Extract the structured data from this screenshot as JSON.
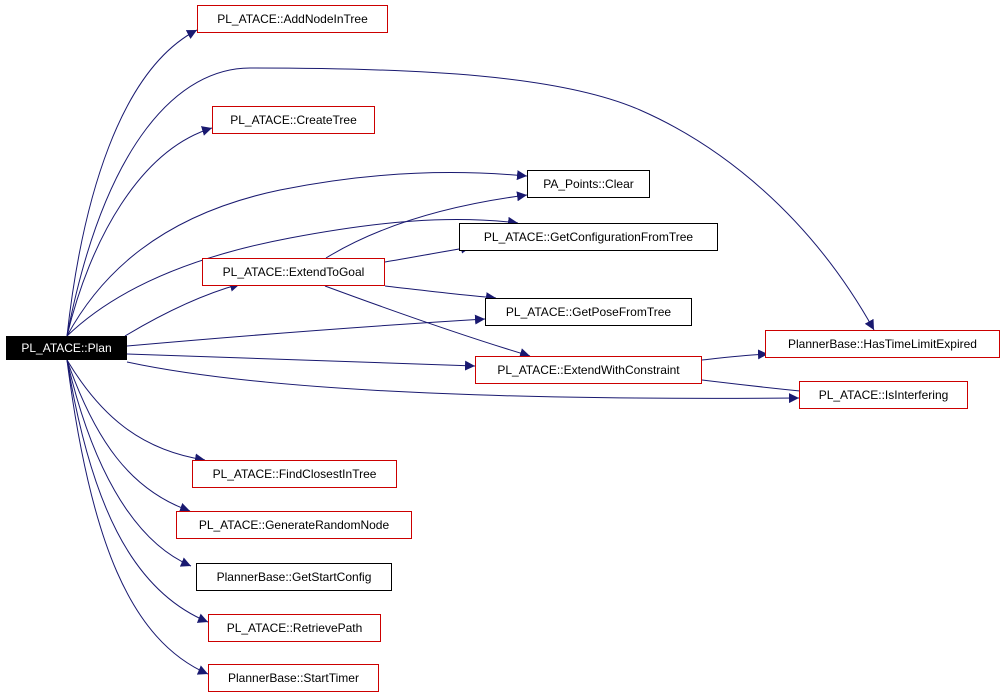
{
  "root": {
    "label": "PL_ATACE::Plan"
  },
  "nodes": {
    "add_node_in_tree": {
      "label": "PL_ATACE::AddNodeInTree",
      "border": "red"
    },
    "create_tree": {
      "label": "PL_ATACE::CreateTree",
      "border": "red"
    },
    "pa_points_clear": {
      "label": "PA_Points::Clear",
      "border": "black"
    },
    "get_configuration_from_tree": {
      "label": "PL_ATACE::GetConfigurationFromTree",
      "border": "black"
    },
    "extend_to_goal": {
      "label": "PL_ATACE::ExtendToGoal",
      "border": "red"
    },
    "get_pose_from_tree": {
      "label": "PL_ATACE::GetPoseFromTree",
      "border": "black"
    },
    "has_time_limit_expired": {
      "label": "PlannerBase::HasTimeLimitExpired",
      "border": "red"
    },
    "extend_with_constraint": {
      "label": "PL_ATACE::ExtendWithConstraint",
      "border": "red"
    },
    "is_interfering": {
      "label": "PL_ATACE::IsInterfering",
      "border": "red"
    },
    "find_closest_in_tree": {
      "label": "PL_ATACE::FindClosestInTree",
      "border": "red"
    },
    "generate_random_node": {
      "label": "PL_ATACE::GenerateRandomNode",
      "border": "red"
    },
    "get_start_config": {
      "label": "PlannerBase::GetStartConfig",
      "border": "black"
    },
    "retrieve_path": {
      "label": "PL_ATACE::RetrievePath",
      "border": "red"
    },
    "start_timer": {
      "label": "PlannerBase::StartTimer",
      "border": "red"
    }
  },
  "edges": [
    {
      "from": "root",
      "to": "add_node_in_tree"
    },
    {
      "from": "root",
      "to": "has_time_limit_expired"
    },
    {
      "from": "root",
      "to": "create_tree"
    },
    {
      "from": "root",
      "to": "pa_points_clear"
    },
    {
      "from": "root",
      "to": "get_configuration_from_tree"
    },
    {
      "from": "root",
      "to": "extend_to_goal"
    },
    {
      "from": "root",
      "to": "get_pose_from_tree"
    },
    {
      "from": "root",
      "to": "extend_with_constraint"
    },
    {
      "from": "root",
      "to": "is_interfering"
    },
    {
      "from": "root",
      "to": "find_closest_in_tree"
    },
    {
      "from": "root",
      "to": "generate_random_node"
    },
    {
      "from": "root",
      "to": "get_start_config"
    },
    {
      "from": "root",
      "to": "retrieve_path"
    },
    {
      "from": "root",
      "to": "start_timer"
    },
    {
      "from": "extend_to_goal",
      "to": "pa_points_clear"
    },
    {
      "from": "extend_to_goal",
      "to": "get_configuration_from_tree"
    },
    {
      "from": "extend_to_goal",
      "to": "get_pose_from_tree"
    },
    {
      "from": "extend_to_goal",
      "to": "extend_with_constraint"
    },
    {
      "from": "extend_with_constraint",
      "to": "has_time_limit_expired"
    },
    {
      "from": "extend_with_constraint",
      "to": "is_interfering"
    }
  ],
  "colors": {
    "edge": "#191970",
    "node_border_red": "#cc0000",
    "node_border_black": "#000000",
    "root_fill": "#000000",
    "root_text": "#ffffff"
  }
}
